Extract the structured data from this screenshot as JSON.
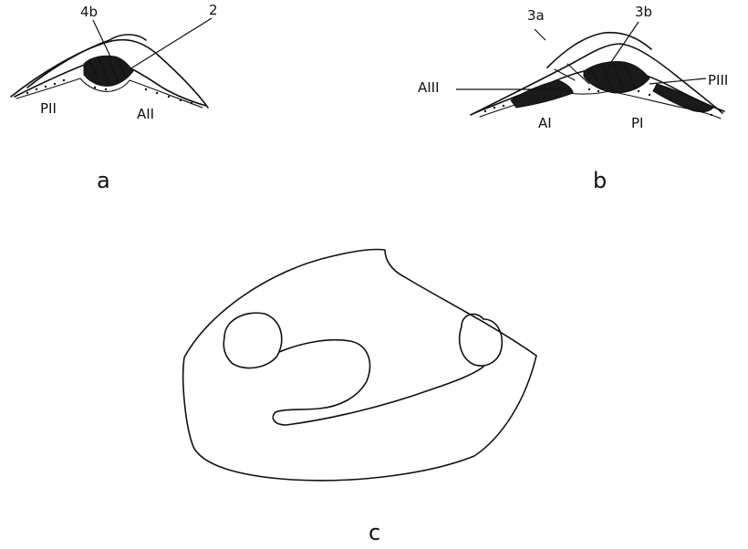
{
  "panels": {
    "a": {
      "panel_label": "a",
      "labels": {
        "top_left": "4b",
        "top_right": "2",
        "bottom_left": "PII",
        "bottom_right": "AII"
      }
    },
    "b": {
      "panel_label": "b",
      "labels": {
        "top_left": "3a",
        "top_right": "3b",
        "left": "AIII",
        "right": "PIII",
        "bottom_left": "AI",
        "bottom_right": "PI"
      }
    },
    "c": {
      "panel_label": "c"
    }
  },
  "colors": {
    "ink": "#111111",
    "background": "#ffffff"
  }
}
